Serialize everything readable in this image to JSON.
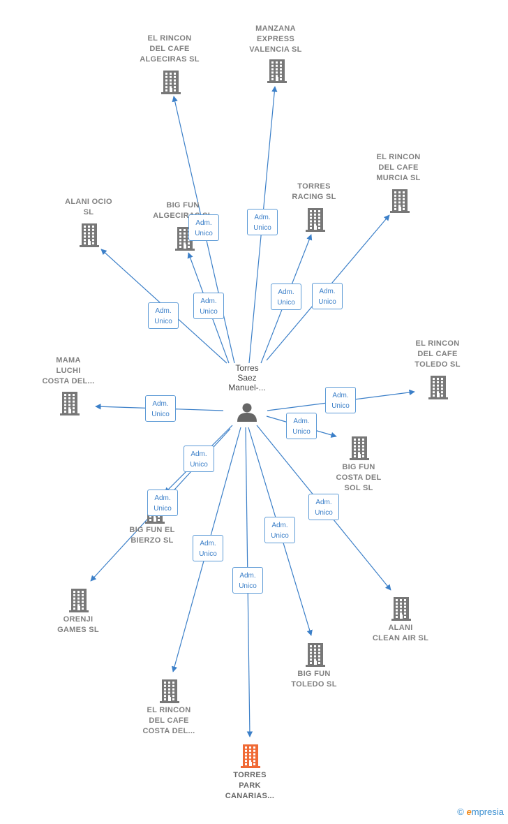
{
  "center": {
    "name": "Torres\nSaez\nManuel-...",
    "icon": "person-icon",
    "color": "#666666"
  },
  "edge_color": "#3b7fc8",
  "icon_color": "#777777",
  "highlight_color": "#f06a35",
  "companies": [
    {
      "id": "el-rincon-del-cafe-algeciras",
      "label": "EL RINCON\nDEL CAFE\nALGECIRAS SL",
      "role": "Adm.\nUnico",
      "highlight": false
    },
    {
      "id": "manzana-express-valencia",
      "label": "MANZANA\nEXPRESS\nVALENCIA  SL",
      "role": "Adm.\nUnico",
      "highlight": false
    },
    {
      "id": "el-rincon-del-cafe-murcia",
      "label": "EL RINCON\nDEL CAFE\nMURCIA SL",
      "role": "Adm.\nUnico",
      "highlight": false
    },
    {
      "id": "torres-racing",
      "label": "TORRES\nRACING  SL",
      "role": "Adm.\nUnico",
      "highlight": false
    },
    {
      "id": "alani-ocio",
      "label": "ALANI OCIO\nSL",
      "role": "Adm.\nUnico",
      "highlight": false
    },
    {
      "id": "big-fun-algeciras",
      "label": "BIG FUN\nALGECIRAS SL",
      "role": "Adm.\nUnico",
      "highlight": false
    },
    {
      "id": "mama-luchi",
      "label": "MAMA\nLUCHI\nCOSTA DEL...",
      "role": "Adm.\nUnico",
      "highlight": false
    },
    {
      "id": "el-rincon-del-cafe-toledo",
      "label": "EL RINCON\nDEL CAFE\nTOLEDO  SL",
      "role": "Adm.\nUnico",
      "highlight": false
    },
    {
      "id": "big-fun-costa-del-sol",
      "label": "BIG FUN\nCOSTA DEL\nSOL SL",
      "role": "Adm.\nUnico",
      "highlight": false
    },
    {
      "id": "big-fun-el-bierzo",
      "label": "BIG FUN EL\nBIERZO SL",
      "role": "Adm.\nUnico",
      "highlight": false
    },
    {
      "id": "orenji-games",
      "label": "ORENJI\nGAMES  SL",
      "role": "Adm.\nUnico",
      "highlight": false
    },
    {
      "id": "alani-clean-air",
      "label": "ALANI\nCLEAN AIR  SL",
      "role": "Adm.\nUnico",
      "highlight": false
    },
    {
      "id": "big-fun-toledo",
      "label": "BIG FUN\nTOLEDO SL",
      "role": "Adm.\nUnico",
      "highlight": false
    },
    {
      "id": "el-rincon-del-cafe-costa",
      "label": "EL RINCON\nDEL CAFE\nCOSTA DEL...",
      "role": "Adm.\nUnico",
      "highlight": false
    },
    {
      "id": "torres-park-canarias",
      "label": "TORRES\nPARK\nCANARIAS...",
      "role": "Adm.\nUnico",
      "highlight": true
    }
  ],
  "copyright": {
    "symbol": "©",
    "brand_initial": "e",
    "brand_rest": "mpresia"
  }
}
